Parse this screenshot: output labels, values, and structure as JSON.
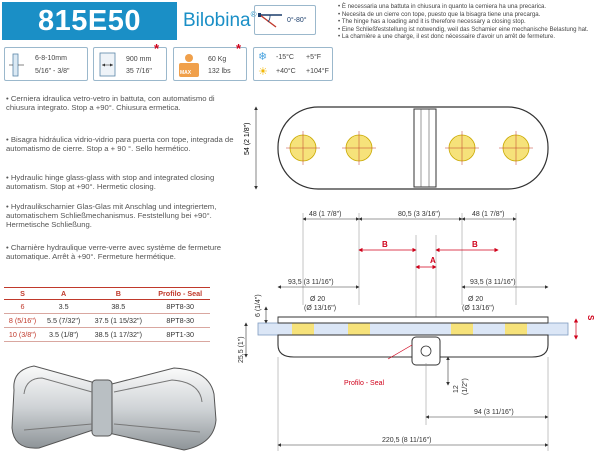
{
  "header": {
    "code": "815E50",
    "series": "Bilobina",
    "series_mark": "®",
    "angle": "0°-80°"
  },
  "specs": {
    "glass_thickness": {
      "mm": "6-8-10mm",
      "inch": "5/16\" - 3/8\""
    },
    "door_size": {
      "mm": "900 mm",
      "inch": "35 7/16\""
    },
    "load": {
      "max_label": "MAX",
      "kg": "60 Kg",
      "lbs": "132 lbs"
    },
    "temperature": {
      "cold_c": "-15°C",
      "cold_f": "+5°F",
      "hot_c": "+40°C",
      "hot_f": "+104°F"
    },
    "warning_mark": "*"
  },
  "notices": [
    "È necessaria una battuta in chiusura in quanto la cerniera ha una precarica.",
    "Necesita de un cierre con tope, puesto que la bisagra tiene una precarga.",
    "The hinge has a loading and it is therefore necessary a closing stop.",
    "Eine Schließfeststellung ist notwendig, weil das Schamier eine mechanische Belastung hat.",
    "La charnière a une charge, il est donc nécessaire d'avoir un arrêt de fermeture."
  ],
  "descriptions": [
    "• Cerniera idraulica vetro-vetro in battuta, con automatismo di chiusura integrato. Stop a +90°. Chiusura ermetica.",
    "• Bisagra hidráulica vidrio-vidrio para puerta con tope, integrada de automatismo de cierre. Stop a + 90 °. Sello hermético.",
    "• Hydraulic hinge glass-glass with stop and integrated closing automatism. Stop at +90°. Hermetic closing.",
    "• Hydraulikscharnier Glas-Glas mit Anschlag und integriertem, automatischem Schließmechanismus. Feststellung bei +90°. Hermetische Schließung.",
    "• Charnière hydraulique verre-verre avec système de fermeture automatique. Arrêt à +90°. Fermeture hermétique."
  ],
  "table": {
    "headers": [
      "S",
      "A",
      "B",
      "Profilo - Seal"
    ],
    "rows": [
      [
        "6",
        "3.5",
        "38.5",
        "8PT8-30"
      ],
      [
        "8 (5/16\")",
        "5.5 (7/32\")",
        "37.5 (1 15/32\")",
        "8PT8-30"
      ],
      [
        "10 (3/8\")",
        "3.5 (1/8\")",
        "38.5 (1 17/32\")",
        "8PT1-30"
      ]
    ]
  },
  "drawing": {
    "dim_height": "54 (2  1/8\")",
    "dim_48": "48 (1  7/8\")",
    "dim_80_5": "80,5 (3  3/16\")",
    "dim_48b": "48 (1  7/8\")",
    "label_b": "B",
    "label_a": "A",
    "label_s": "S",
    "dim_93_5": "93,5 (3  11/16\")",
    "dim_93_5b": "93,5 (3  11/16\")",
    "dim_d20": "Ø 20",
    "dim_d20_in": "(Ø 13/16\")",
    "dim_6": "6 (1/4\")",
    "dim_25_5": "25,5 (1\")",
    "dim_12": "12",
    "dim_12_in": "(1/2\")",
    "seal_label": "Profilo - Seal",
    "dim_94": "94 (3  11/16\")",
    "dim_220_5": "220,5 (8  11/16\")"
  }
}
